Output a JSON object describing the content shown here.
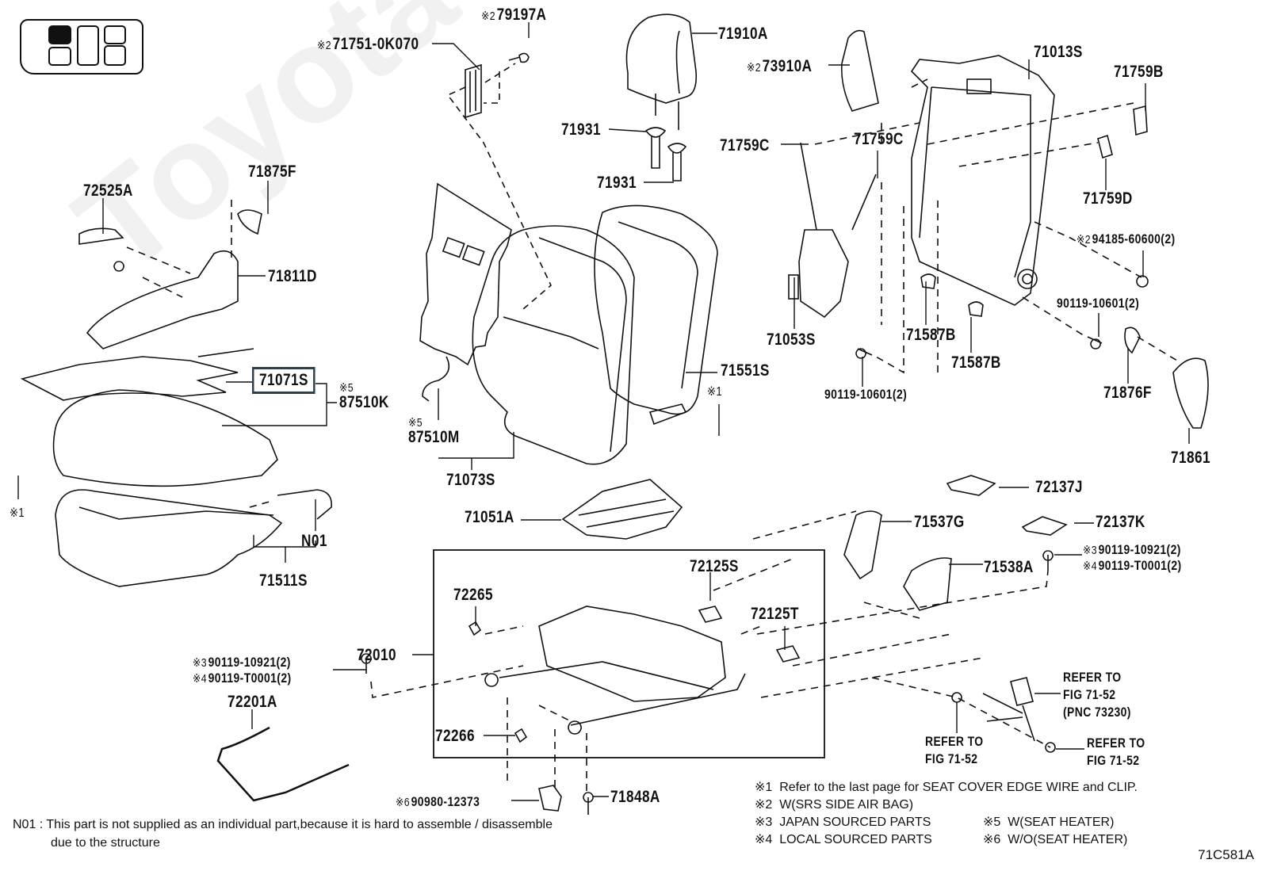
{
  "diagram": {
    "figure_id": "71C581A",
    "watermark": "ToyotaCarMini.ru",
    "minimap": {
      "selected_cell": "front-left-seat"
    },
    "labels": {
      "p79197A": {
        "prefix": "※2",
        "code": "79197A"
      },
      "p71751": {
        "prefix": "※2",
        "code": "71751-0K070"
      },
      "p71910A": {
        "code": "71910A"
      },
      "p73910A": {
        "prefix": "※2",
        "code": "73910A"
      },
      "p71013S": {
        "code": "71013S"
      },
      "p71759B": {
        "code": "71759B"
      },
      "p71931a": {
        "code": "71931"
      },
      "p71931b": {
        "code": "71931"
      },
      "p71759C_a": {
        "code": "71759C"
      },
      "p71759C_b": {
        "code": "71759C"
      },
      "p71759D": {
        "code": "71759D"
      },
      "p72525A": {
        "code": "72525A"
      },
      "p71875F": {
        "code": "71875F"
      },
      "p71811D": {
        "code": "71811D"
      },
      "p294185": {
        "prefix": "※2",
        "code": "94185-60600(2)"
      },
      "p90119_10601_r": {
        "code": "90119-10601(2)"
      },
      "p71053S": {
        "code": "71053S"
      },
      "p71587B_a": {
        "code": "71587B"
      },
      "p71587B_b": {
        "code": "71587B"
      },
      "p90119_10601_l": {
        "code": "90119-10601(2)"
      },
      "p71876F": {
        "code": "71876F"
      },
      "p71861": {
        "code": "71861"
      },
      "p71071S": {
        "code": "71071S"
      },
      "p87510K": {
        "prefix": "※5",
        "code": "87510K"
      },
      "p71551S": {
        "code": "71551S"
      },
      "p_note1_a": {
        "code": "※1"
      },
      "p_note1_b": {
        "code": "※1"
      },
      "p87510M": {
        "prefix": "※5",
        "code": "87510M"
      },
      "p71073S": {
        "code": "71073S"
      },
      "p71051A": {
        "code": "71051A"
      },
      "p72137J": {
        "code": "72137J"
      },
      "p71537G": {
        "code": "71537G"
      },
      "p72137K": {
        "code": "72137K"
      },
      "p71538A": {
        "code": "71538A"
      },
      "p90119_10921_r": {
        "prefix": "※3",
        "code": "90119-10921(2)"
      },
      "p90119_T0001_r": {
        "prefix": "※4",
        "code": "90119-T0001(2)"
      },
      "pN01": {
        "code": "N01"
      },
      "p71511S": {
        "code": "71511S"
      },
      "p72125S": {
        "code": "72125S"
      },
      "p72265": {
        "code": "72265"
      },
      "p72125T": {
        "code": "72125T"
      },
      "p72010": {
        "code": "72010"
      },
      "p90119_10921_l": {
        "prefix": "※3",
        "code": "90119-10921(2)"
      },
      "p90119_T0001_l": {
        "prefix": "※4",
        "code": "90119-T0001(2)"
      },
      "p72201A": {
        "code": "72201A"
      },
      "p72266": {
        "code": "72266"
      },
      "p90980": {
        "prefix": "※6",
        "code": "90980-12373"
      },
      "p71848A": {
        "code": "71848A"
      },
      "refer_belt": {
        "line1": "REFER TO",
        "line2": "FIG 71-52",
        "line3": "(PNC 73230)"
      },
      "refer_left": {
        "line1": "REFER TO",
        "line2": "FIG 71-52"
      },
      "refer_right": {
        "line1": "REFER TO",
        "line2": "FIG 71-52"
      }
    },
    "footnote_n01": {
      "line1": "N01 : This part is not supplied as an individual part,because it is hard to assemble / disassemble",
      "line2": "due to the structure"
    },
    "legend": [
      {
        "mark": "※1",
        "text": "Refer to the last page for SEAT COVER EDGE WIRE and CLIP."
      },
      {
        "mark": "※2",
        "text": "W(SRS SIDE AIR BAG)"
      },
      {
        "mark": "※3",
        "text": "JAPAN SOURCED PARTS"
      },
      {
        "mark": "※4",
        "text": "LOCAL SOURCED PARTS"
      },
      {
        "mark": "※5",
        "text": "W(SEAT HEATER)"
      },
      {
        "mark": "※6",
        "text": "W/O(SEAT HEATER)"
      }
    ]
  }
}
